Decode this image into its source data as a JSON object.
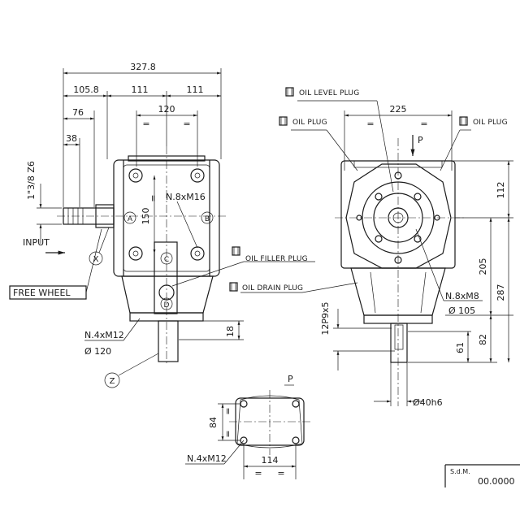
{
  "dimensions": {
    "overall_width": "327.8",
    "input_offset": "105.8",
    "half_width_left": "111",
    "half_width_right": "111",
    "bolt_spacing_side": "120",
    "shaft_flange": "76",
    "shaft_length": "38",
    "spline": "1\"3/8 Z6",
    "height_150": "150",
    "side_bolt_spacing": "225",
    "top_height": "112",
    "base_height": "205",
    "total_height": "287",
    "output_length": "82",
    "output_spline_length": "61",
    "drain_offset": "18",
    "output_spline": "12P9x5",
    "output_diameter": "Ø40h6",
    "base_bolt_spacing_v": "84",
    "base_bolt_spacing_h": "114"
  },
  "labels": {
    "input": "INPUT",
    "free_wheel": "FREE WHEEL",
    "oil_level_plug": "OIL LEVEL PLUG",
    "oil_plug_left": "OIL PLUG",
    "oil_plug_right": "OIL PLUG",
    "oil_filler_plug": "OIL FILLER PLUG",
    "oil_drain_plug": "OIL DRAIN PLUG",
    "bolts_m16": "N.8xM16",
    "bolts_m8": "N.8xM8",
    "bolt_circle_m8": "Ø 105",
    "bolts_m12_side": "N.4xM12",
    "circle_120": "Ø 120",
    "bolts_m12_base": "N.4xM12",
    "view_p_top": "P",
    "view_p_bottom": "P",
    "equal_sign": "="
  },
  "markers": {
    "a": "A",
    "b": "B",
    "c": "C",
    "d": "D",
    "x": "X",
    "z": "Z"
  },
  "title_block": {
    "label": "S.d.M.",
    "number": "00.0000"
  }
}
